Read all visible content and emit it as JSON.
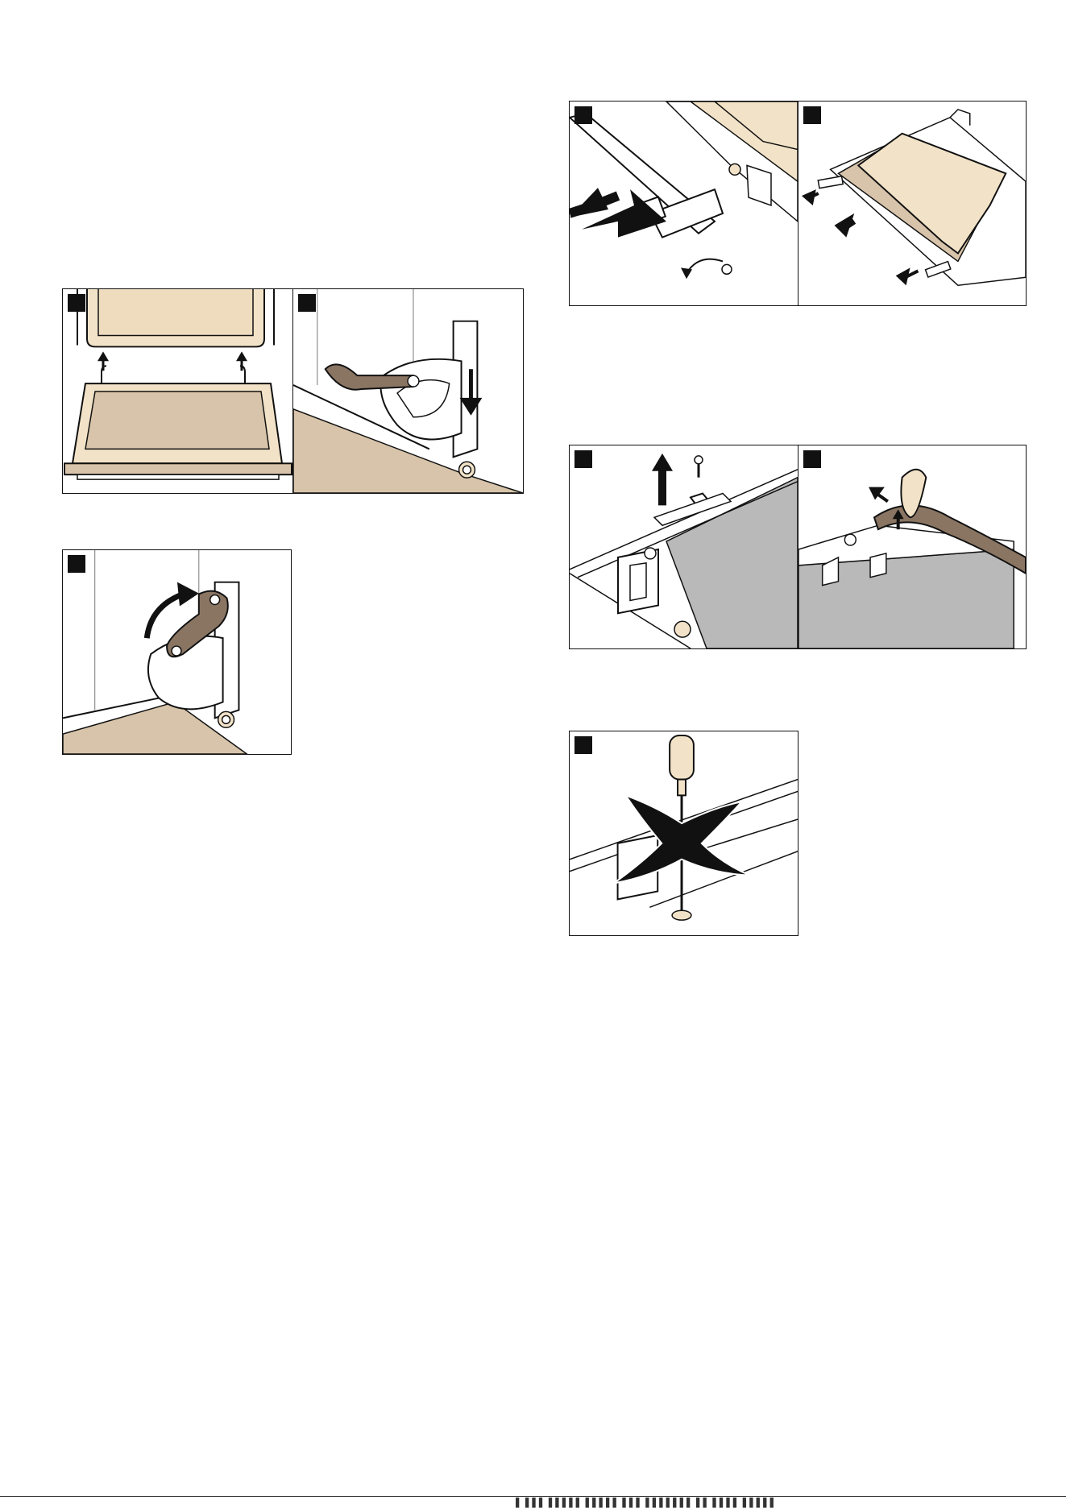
{
  "document": {
    "kind": "appliance manual page, oven door removal and disassembly illustrations",
    "palette": {
      "beige": "#d8c4aa",
      "glass": "#f2e3c8",
      "hinge": "#8a7563",
      "ink": "#111111",
      "shadow_gray": "#b9b9b9",
      "paper": "#ffffff"
    }
  },
  "figures": [
    {
      "id": "fig-1",
      "step_marker": "",
      "subject": "open oven door with hinge brackets, arrows pointing up"
    },
    {
      "id": "fig-2",
      "step_marker": "",
      "subject": "hinge lever pushed down, arrow pointing down"
    },
    {
      "id": "fig-3",
      "step_marker": "",
      "subject": "hinge lever folded up, curved arrow"
    },
    {
      "id": "fig-4",
      "step_marker": "",
      "subject": "door cover strip removed, screw turned out"
    },
    {
      "id": "fig-5",
      "step_marker": "",
      "subject": "inner glass pane pulled out, clips removed"
    },
    {
      "id": "fig-6",
      "step_marker": "",
      "subject": "retaining clip unscrewed and lifted"
    },
    {
      "id": "fig-7",
      "step_marker": "",
      "subject": "door seal pulled off"
    },
    {
      "id": "fig-8",
      "step_marker": "",
      "subject": "do not loosen this screw, crossed out"
    }
  ],
  "footer": {
    "icons": [
      "footer-mark-icon"
    ],
    "text": "▌ ▌▌▌ ▌▌▌▌▌ ▌▌▌▌▌   ▌▌▌   ▌▌▌▌▌▌▌   ▌▌  ▌▌▌▌  ▌▌▌▌▌"
  }
}
